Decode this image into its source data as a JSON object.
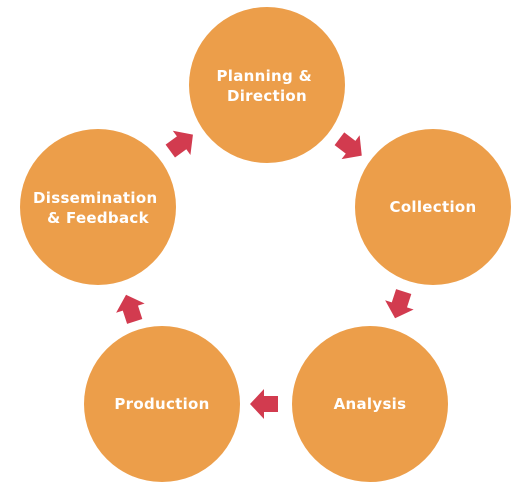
{
  "diagram": {
    "type": "cycle",
    "colors": {
      "node_fill": "#EC9E4A",
      "arrow_fill": "#D23B4F",
      "label_text": "#FFFFFF"
    },
    "nodes": [
      {
        "id": "planning",
        "lines": [
          "Planning &",
          "Direction"
        ]
      },
      {
        "id": "collection",
        "lines": [
          "Collection"
        ]
      },
      {
        "id": "analysis",
        "lines": [
          "Analysis"
        ]
      },
      {
        "id": "production",
        "lines": [
          "Production"
        ]
      },
      {
        "id": "dissemination",
        "lines": [
          "Dissemination",
          "& Feedback"
        ]
      }
    ],
    "arrows": [
      {
        "from": "planning",
        "to": "collection"
      },
      {
        "from": "collection",
        "to": "analysis"
      },
      {
        "from": "analysis",
        "to": "production"
      },
      {
        "from": "production",
        "to": "dissemination"
      },
      {
        "from": "dissemination",
        "to": "planning"
      }
    ]
  }
}
